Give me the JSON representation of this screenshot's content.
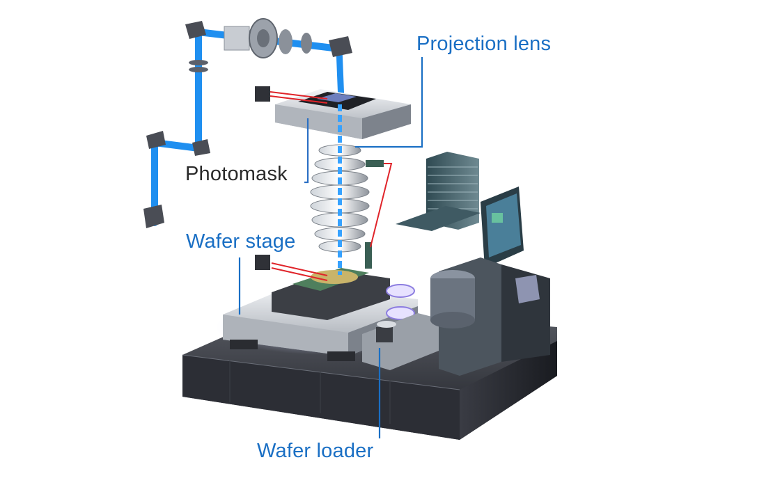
{
  "labels": {
    "projection_lens": "Projection lens",
    "photomask": "Photomask",
    "wafer_stage": "Wafer stage",
    "wafer_loader": "Wafer loader"
  },
  "colors": {
    "label_blue": "#1a6fc4",
    "label_dark": "#2a2a2a",
    "laser_beam": "#1f8ff0",
    "red_beam": "#e0242a",
    "base": "#2b2d33"
  }
}
